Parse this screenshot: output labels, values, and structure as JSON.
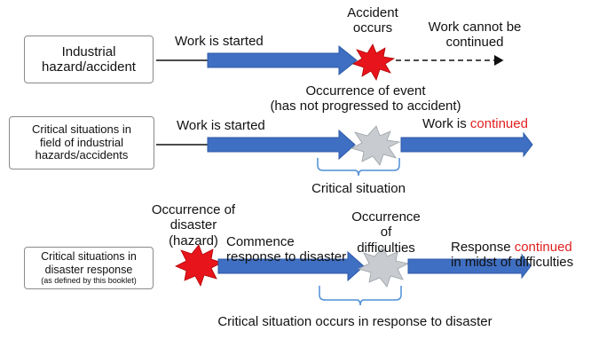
{
  "rows": {
    "row1": {
      "label": "Industrial hazard/accident",
      "label_line1": "Industrial",
      "label_line2": "hazard/accident",
      "arrow_text": "Work is started",
      "event_line1": "Accident",
      "event_line2": "occurs",
      "end_line1": "Work cannot be",
      "end_line2": "continued"
    },
    "row2": {
      "label_line1": "Critical situations in",
      "label_line2": "field of industrial",
      "label_line3": "hazards/accidents",
      "arrow_text": "Work is started",
      "event_line1": "Occurrence of event",
      "event_line2": "(has not progressed to accident)",
      "end_text": "Work is",
      "end_highlight": "continued",
      "bracket_label": "Critical situation"
    },
    "row3": {
      "label_line1": "Critical situations in",
      "label_line2": "disaster response",
      "label_note": "(as defined by this booklet)",
      "start_line1": "Occurrence of",
      "start_line2": "disaster",
      "start_line3": "(hazard)",
      "arrow_line1": "Commence",
      "arrow_line2": "response to disaster",
      "event_line1": "Occurrence",
      "event_line2": "of",
      "event_line3": "difficulties",
      "end_line1": "Response",
      "end_highlight": "continued",
      "end_line2": "in midst of difficulties",
      "bracket_label": "Critical situation occurs in response to disaster"
    }
  },
  "colors": {
    "arrow_blue": "#3f6fc2",
    "accident_red": "#e8141c",
    "event_gray": "#c8ccd0",
    "bracket_blue": "#4f8fd6",
    "highlight_red": "#e02020"
  }
}
